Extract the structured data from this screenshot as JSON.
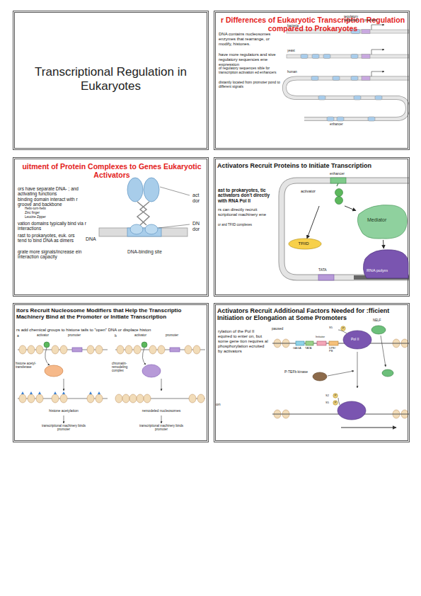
{
  "diagram": {
    "nodes": [
      {
        "text": [
          "Transcriptional Regulation in Eukaryotes"
        ]
      },
      {
        "text": [
          "r Differences of Eukaryotic Transcription Regulation compared to Prokaryotes",
          "DNA contains nucleosomes enzymes that rearrange, or modify, histones.",
          "have more regulators and sive regulatory sequences ene expression",
          "of regulatory sequences sible for transcription activation ed enhancers",
          "distantly located from promoter pond to different signals"
        ]
      },
      {
        "text": [
          "uitment of Protein Complexes to Genes Eukaryotic Activators",
          "ors have separate DNA- ; and activating functions",
          "binding domain interact with r groove and backbone",
          "Helix-turn-helix",
          "Zinc finger",
          "Leucine Zipper",
          "vation domains typically bind via r interactions",
          "rast to prokaryotes, euk. ors tend to bind DNA as dimers",
          "grate more signals/increase ein interaction capacity"
        ]
      },
      {
        "text": [
          "Activators Recruit Proteins to Initiate Transcription",
          "ast to prokaryotes, tic activators don't directly with RNA Pol II",
          "rs can directly recruit scriptional machinery ene",
          "or and TFIID complexes"
        ]
      },
      {
        "text": [
          "activator"
        ],
        "in": 3
      },
      {
        "text": [
          "Mediator"
        ],
        "in": 3
      },
      {
        "text": [
          "TFIID"
        ],
        "in": 3
      },
      {
        "text": [
          "RNA polym"
        ],
        "in": 3
      },
      {
        "text": [
          "itors Recruit Nucleosome Modifiers that Help the Transcriptio Machinery Bind at the Promoter or Initiate Transcription",
          "rs add chemical groups to histone tails to \"open\" DNA or displace histon"
        ]
      },
      {
        "text": [
          "Activators Recruit Additional Factors Needed for :fficient Initiation or Elongation at Some Promoters",
          "rylation of the Pol II equired to enter on, but some gene tion requires al phosphorylation ecruited by activators"
        ]
      }
    ],
    "edges": [
      {
        "from": 4,
        "to": 6,
        "arrow": "to"
      },
      {
        "from": 4,
        "to": 5,
        "arrow": "to"
      },
      {
        "from": 5,
        "to": 7,
        "arrow": "to"
      }
    ],
    "labels": [
      "regulatory sequence",
      "promoter",
      "bacteria",
      "yeast",
      "human",
      "enhancer",
      "act dor",
      "DN dor",
      "DNA",
      "DNA-binding site",
      "enhancer",
      "TATA",
      "a",
      "activator",
      "promoter",
      "histone acetyl-transferase",
      "histone acetylation",
      "transcriptional machinery binds promoter",
      "b",
      "activator",
      "promoter",
      "chromatin-remodeling complex",
      "remodeled nucleosomes",
      "transcriptional machinery binds promoter",
      "paused",
      "NELF",
      "S5",
      "P",
      "GAGA",
      "TATA",
      "Initiator",
      "DPE/ PB",
      "Pol II",
      "P-TEFb kinase",
      "on",
      "S2",
      "P",
      "S5",
      "P"
    ]
  }
}
